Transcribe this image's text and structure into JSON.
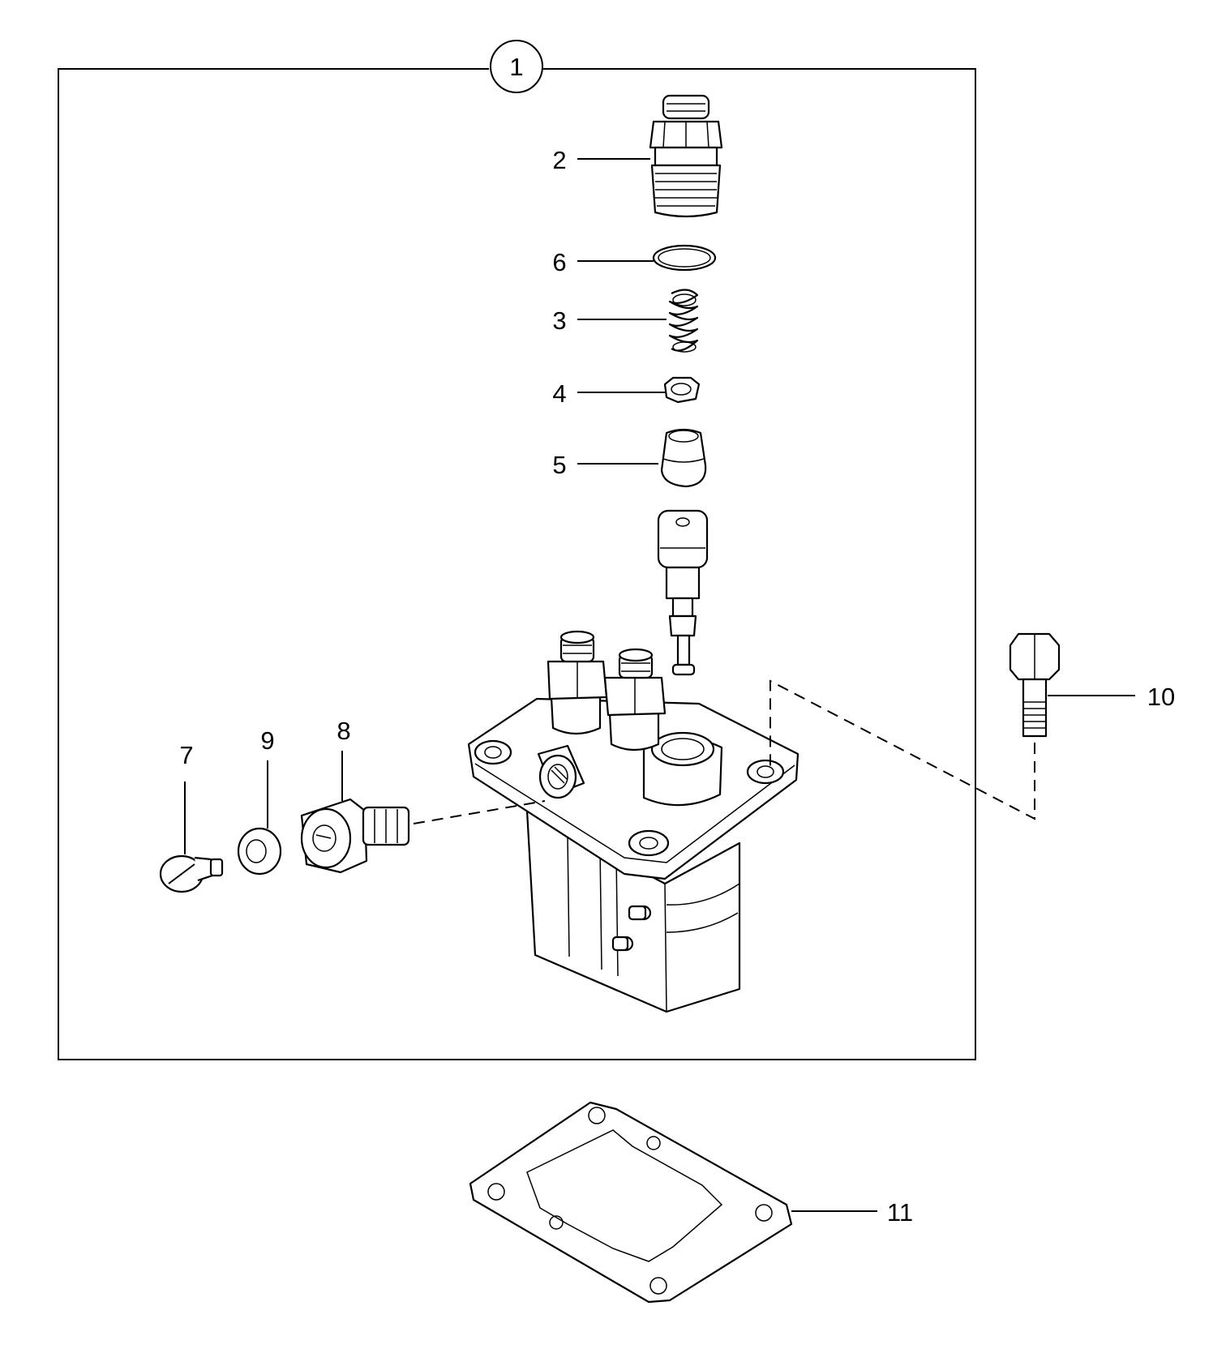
{
  "diagram": {
    "assembly_callout": "1",
    "callouts": [
      "2",
      "6",
      "3",
      "4",
      "5",
      "7",
      "9",
      "8",
      "10",
      "11"
    ],
    "parts": [
      {
        "id": "delivery-valve-holder",
        "label": "2"
      },
      {
        "id": "o-ring",
        "label": "6"
      },
      {
        "id": "spring",
        "label": "3"
      },
      {
        "id": "stopper",
        "label": "4"
      },
      {
        "id": "delivery-valve",
        "label": "5"
      },
      {
        "id": "bleed-screw",
        "label": "7"
      },
      {
        "id": "gasket-washer",
        "label": "9"
      },
      {
        "id": "banjo-bolt",
        "label": "8"
      },
      {
        "id": "bolt",
        "label": "10"
      },
      {
        "id": "pump-gasket",
        "label": "11"
      }
    ]
  }
}
